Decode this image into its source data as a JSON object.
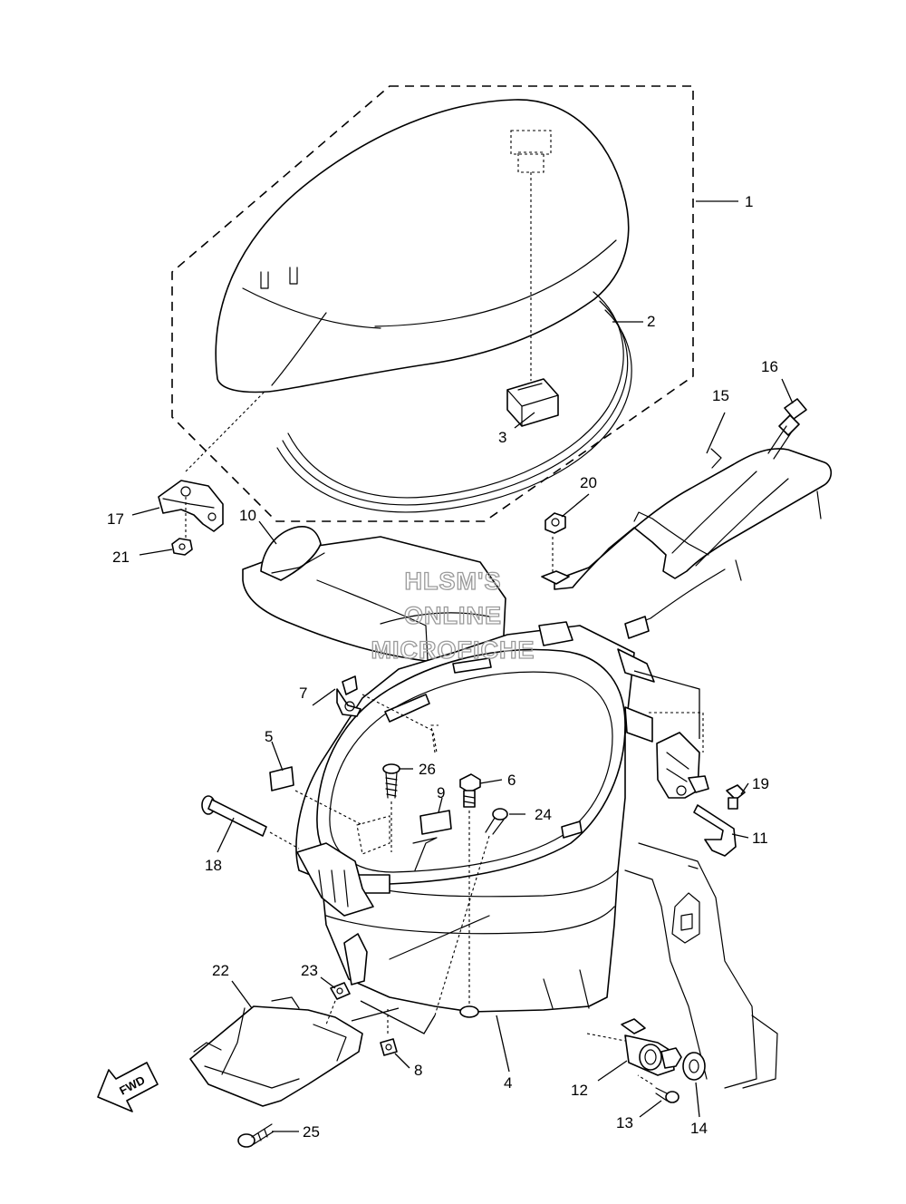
{
  "watermark": {
    "line1": "HLSM'S",
    "line2": "ONLINE",
    "line3": "MICROFICHE"
  },
  "direction_arrow": {
    "label": "FWD"
  },
  "callouts": {
    "c1": "1",
    "c2": "2",
    "c3": "3",
    "c4": "4",
    "c5": "5",
    "c6": "6",
    "c7": "7",
    "c8": "8",
    "c9": "9",
    "c10": "10",
    "c11": "11",
    "c12": "12",
    "c13": "13",
    "c14": "14",
    "c15": "15",
    "c16": "16",
    "c17": "17",
    "c18": "18",
    "c19": "19",
    "c20": "20",
    "c21": "21",
    "c22": "22",
    "c23": "23",
    "c24": "24",
    "c25": "25",
    "c26": "26"
  }
}
